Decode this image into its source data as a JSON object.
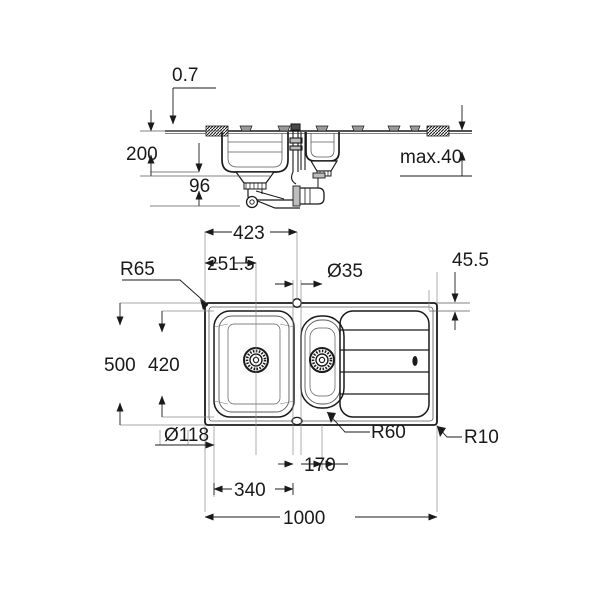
{
  "drawing": {
    "title": "Kitchen sink technical dimension drawing",
    "units": "mm",
    "line_color": "#1a1a1a",
    "thin_line_color": "#5a5a5a",
    "background": "#ffffff",
    "views": [
      {
        "name": "section-view",
        "label": ""
      },
      {
        "name": "plan-view",
        "label": ""
      }
    ]
  },
  "dimensions": {
    "section": {
      "thickness": "0.7",
      "height_total": "200",
      "bowl_depth": "96",
      "counter_max": "max.40"
    },
    "plan": {
      "tap_hole_from_left": "423",
      "bowl_center_from_left": "251.5",
      "tap_hole_dia": "Ø35",
      "right_edge_offset": "45.5",
      "corner_radius_outer": "R65",
      "height_total": "500",
      "bowl_height": "420",
      "waste_dia": "Ø118",
      "small_bowl_radius": "R60",
      "edge_radius": "R10",
      "small_bowl_width": "170",
      "main_bowl_width": "340",
      "overall_width": "1000"
    }
  },
  "labels": [
    {
      "id": "dim-0-7",
      "text": "0.7"
    },
    {
      "id": "dim-200",
      "text": "200"
    },
    {
      "id": "dim-96",
      "text": "96"
    },
    {
      "id": "dim-max40",
      "text": "max.40"
    },
    {
      "id": "dim-423",
      "text": "423"
    },
    {
      "id": "dim-251-5",
      "text": "251.5"
    },
    {
      "id": "dim-d35",
      "text": "Ø35"
    },
    {
      "id": "dim-45-5",
      "text": "45.5"
    },
    {
      "id": "dim-r65",
      "text": "R65"
    },
    {
      "id": "dim-500",
      "text": "500"
    },
    {
      "id": "dim-420",
      "text": "420"
    },
    {
      "id": "dim-d118",
      "text": "Ø118"
    },
    {
      "id": "dim-r60",
      "text": "R60"
    },
    {
      "id": "dim-r10",
      "text": "R10"
    },
    {
      "id": "dim-170",
      "text": "170"
    },
    {
      "id": "dim-340",
      "text": "340"
    },
    {
      "id": "dim-1000",
      "text": "1000"
    }
  ]
}
